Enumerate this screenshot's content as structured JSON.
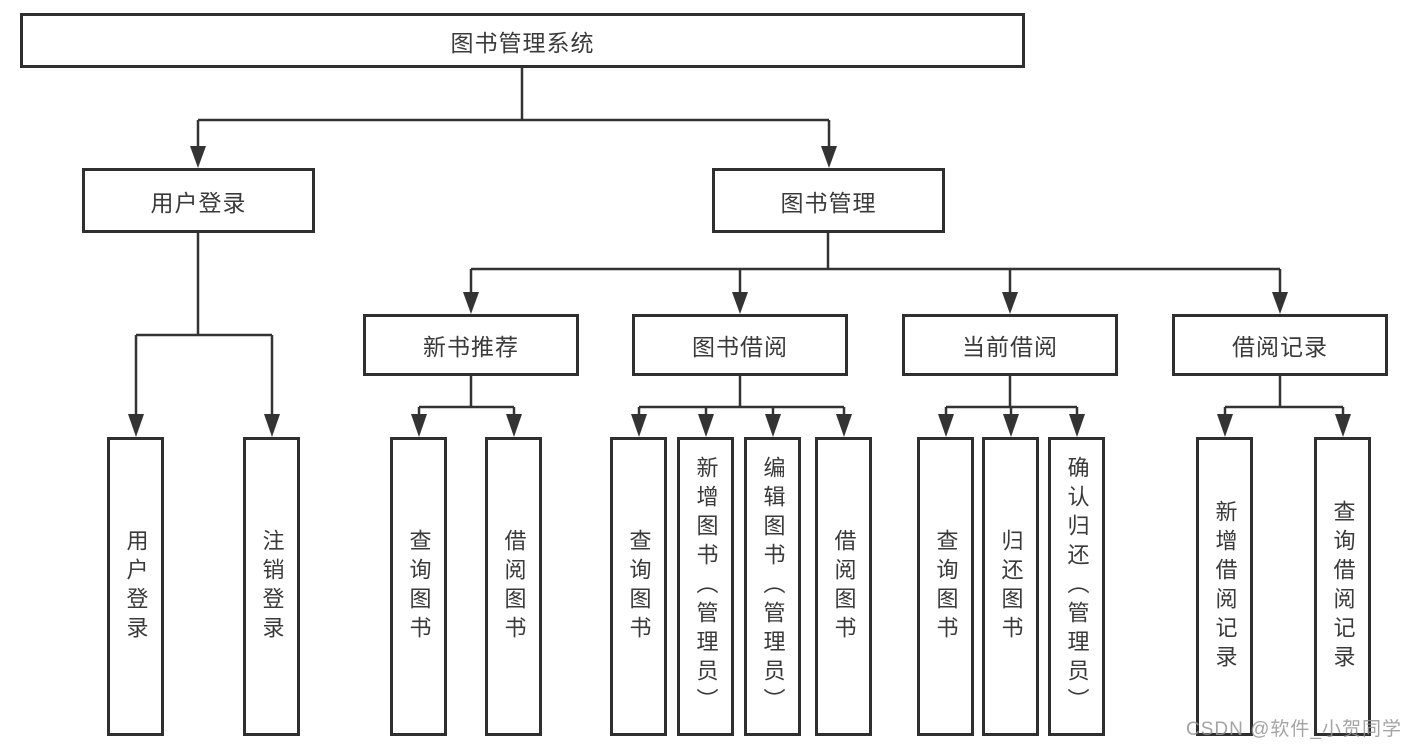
{
  "diagram": {
    "title_note": "library management system function structure diagram",
    "root": {
      "label": "图书管理系统"
    },
    "branches": [
      {
        "label": "用户登录",
        "children": [
          {
            "label": "用户登录"
          },
          {
            "label": "注销登录"
          }
        ]
      },
      {
        "label": "图书管理",
        "children": [
          {
            "label": "新书推荐",
            "children": [
              {
                "label": "查询图书"
              },
              {
                "label": "借阅图书"
              }
            ]
          },
          {
            "label": "图书借阅",
            "children": [
              {
                "label": "查询图书"
              },
              {
                "label": "新增图书（管理员）"
              },
              {
                "label": "编辑图书（管理员）"
              },
              {
                "label": "借阅图书"
              }
            ]
          },
          {
            "label": "当前借阅",
            "children": [
              {
                "label": "查询图书"
              },
              {
                "label": "归还图书"
              },
              {
                "label": "确认归还（管理员）"
              }
            ]
          },
          {
            "label": "借阅记录",
            "children": [
              {
                "label": "新增借阅记录"
              },
              {
                "label": "查询借阅记录"
              }
            ]
          }
        ]
      }
    ],
    "watermark": "CSDN @软件_小贺同学",
    "colors": {
      "line": "#333333",
      "box_border": "#2f2f2f",
      "box_fill": "#ffffff",
      "text": "#3a3a3a",
      "watermark": "#949494",
      "background": "#ffffff"
    }
  }
}
